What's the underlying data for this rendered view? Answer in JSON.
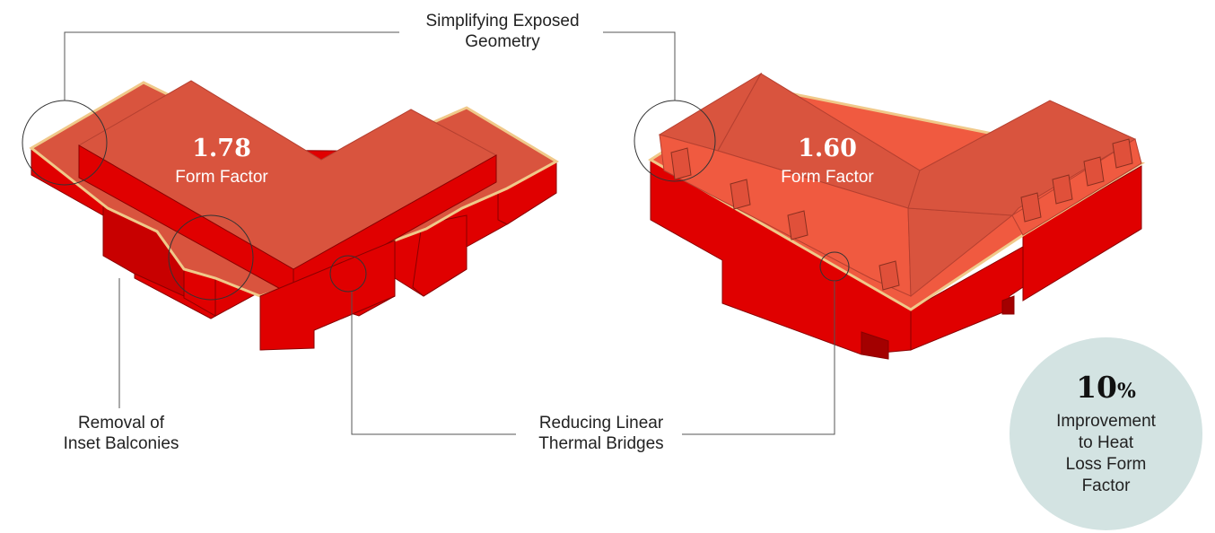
{
  "callouts": {
    "top": {
      "line1": "Simplifying Exposed",
      "line2": "Geometry"
    },
    "bottom_left": {
      "line1": "Removal of",
      "line2": "Inset Balconies"
    },
    "bottom_mid": {
      "line1": "Reducing Linear",
      "line2": "Thermal Bridges"
    }
  },
  "models": [
    {
      "value": "1.78",
      "label": "Form Factor"
    },
    {
      "value": "1.60",
      "label": "Form Factor"
    }
  ],
  "summary": {
    "value": "10",
    "unit": "%",
    "line1": "Improvement",
    "line2": "to Heat",
    "line3": "Loss Form",
    "line4": "Factor"
  },
  "colors": {
    "roof": "#d9543e",
    "wall": "#e00000",
    "wall_dark": "#b50000",
    "parapet": "#f0c98a",
    "roof_slope": "#f05a40",
    "badge": "#d3e3e2"
  }
}
